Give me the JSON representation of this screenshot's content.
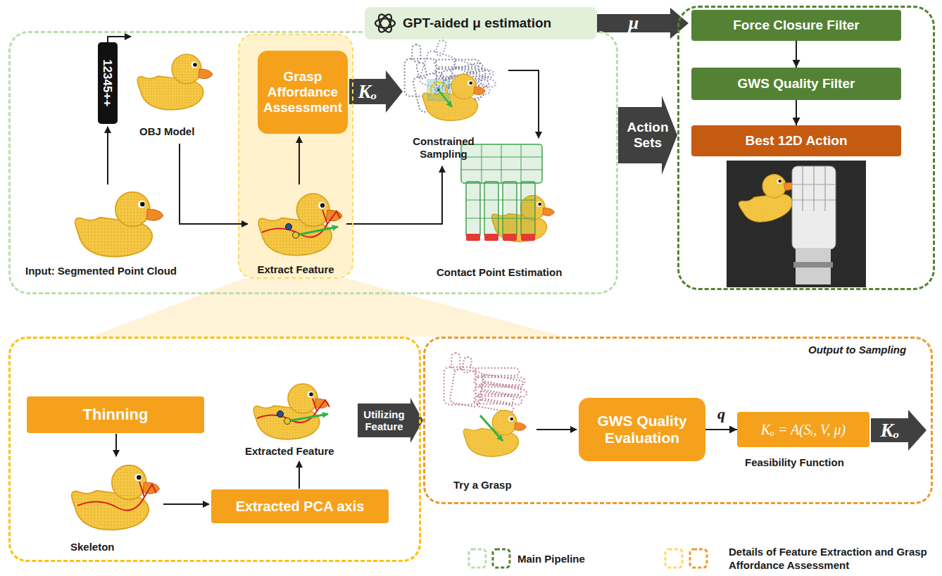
{
  "diagram": {
    "nodes": [
      {
        "text": []
      },
      {
        "text": [
          "12345++"
        ],
        "in": 0
      },
      {
        "text": [
          "Extract Feature"
        ],
        "in": 0
      },
      {
        "text": [
          "Grasp Affordance Assessment"
        ],
        "in": 2
      },
      {
        "text": [
          "GPT-aided μ estimation"
        ]
      },
      {
        "text": []
      },
      {
        "text": [
          "Force Closure Filter"
        ],
        "in": 5
      },
      {
        "text": [
          "GWS Quality Filter"
        ],
        "in": 5
      },
      {
        "text": [
          "Best 12D Action"
        ],
        "in": 5
      },
      {
        "text": []
      },
      {
        "text": [
          "Thinning"
        ],
        "in": 9
      },
      {
        "text": [
          "Extracted PCA axis"
        ],
        "in": 9
      },
      {
        "text": []
      },
      {
        "text": [
          "GWS Quality Evaluation"
        ],
        "in": 12
      },
      {
        "text": [
          "Kₒ = A(Sᵢ, V, μ)"
        ],
        "in": 12
      }
    ],
    "edges": [
      {
        "from": 4,
        "to": 6,
        "label": "μ",
        "arrow": "to"
      },
      {
        "from": 0,
        "to": 5,
        "label": "Action Sets",
        "arrow": "to"
      },
      {
        "from": 6,
        "to": 7,
        "arrow": "to"
      },
      {
        "from": 7,
        "to": 8,
        "arrow": "to"
      },
      {
        "from": 9,
        "to": 12,
        "label": "Utilizing Feature",
        "arrow": "to"
      },
      {
        "from": 13,
        "to": 14,
        "label": "q",
        "arrow": "to"
      }
    ],
    "labels": [
      "OBJ Model",
      "Input: Segmented Point Cloud",
      "Kₒ",
      "Constrained Sampling",
      "Contact Point Estimation",
      "Skeleton",
      "Extracted Feature",
      "Try a Grasp",
      "Output to Sampling",
      "Feasibility Function",
      "Kₒ"
    ],
    "legend": [
      {
        "text": "Main Pipeline"
      },
      {
        "text": "Details of Feature Extraction and Grasp Affordance Assessment"
      }
    ]
  }
}
